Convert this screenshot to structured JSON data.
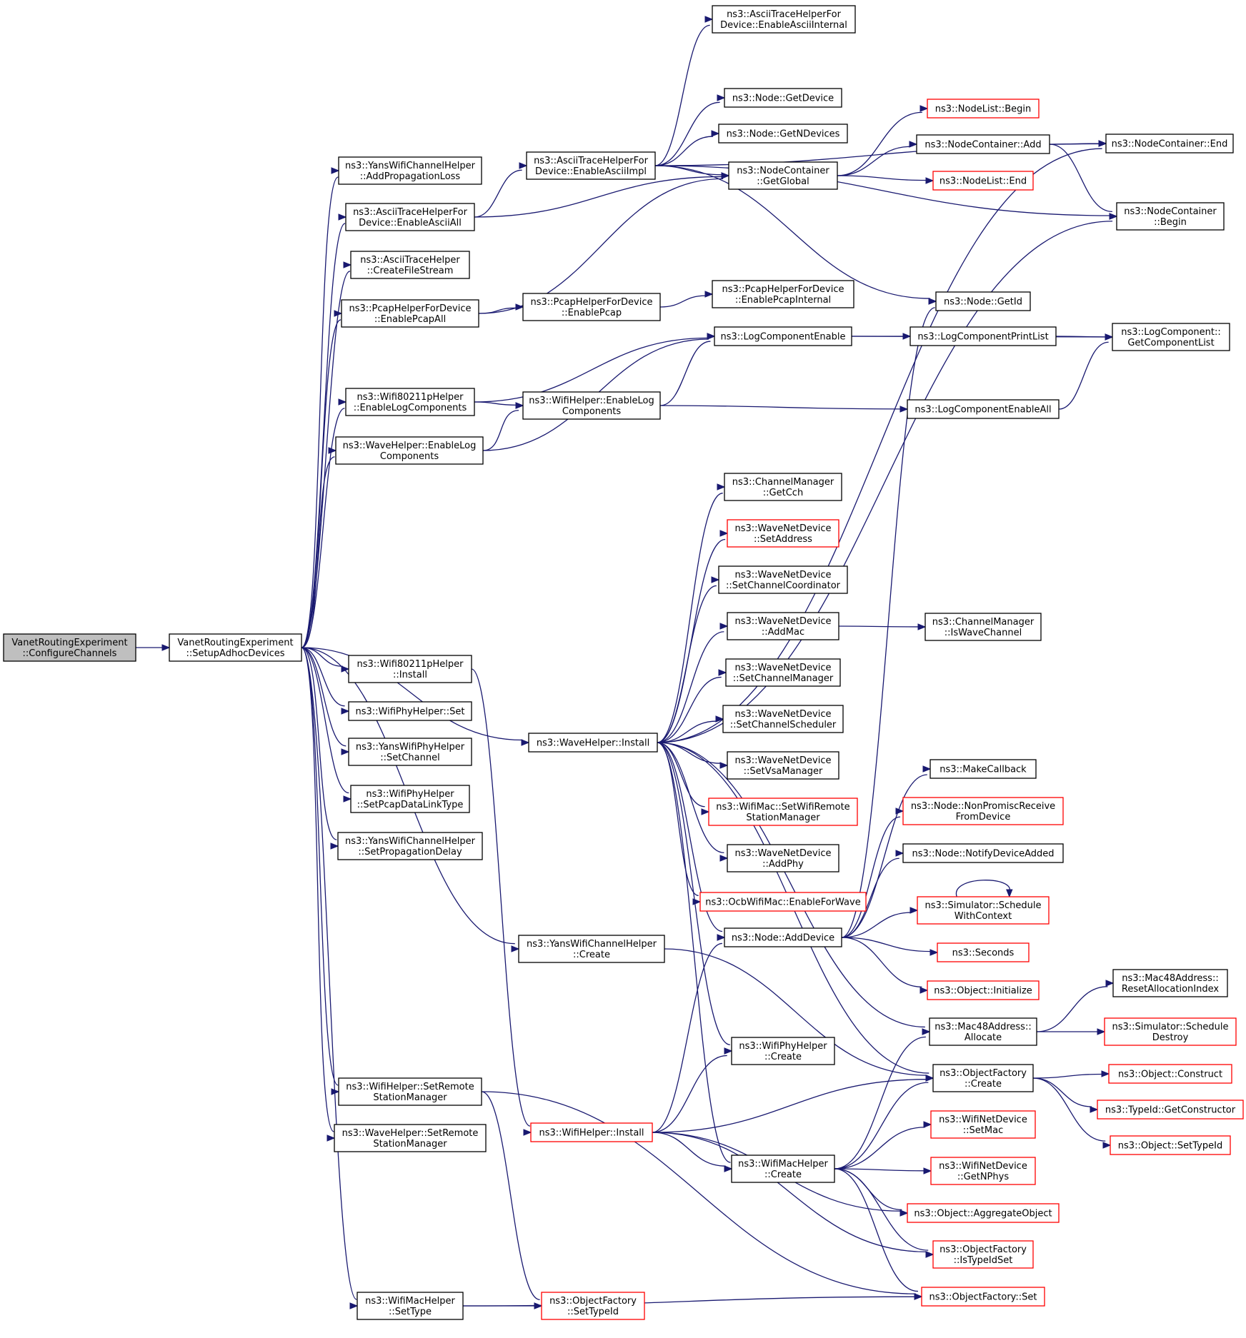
{
  "graph": {
    "colors": {
      "edge": "#191970",
      "node_border": "#000000",
      "truncated_border": "#ff0000",
      "root_fill": "#bfbfbf",
      "node_fill": "#ffffff",
      "text": "#000000"
    },
    "nodes": [
      {
        "id": "root",
        "lines": [
          "VanetRoutingExperiment",
          "::ConfigureChannels"
        ],
        "style": "root"
      },
      {
        "id": "setup",
        "lines": [
          "VanetRoutingExperiment",
          "::SetupAdhocDevices"
        ]
      },
      {
        "id": "yans_addprop",
        "lines": [
          "ns3::YansWifiChannelHelper",
          "::AddPropagationLoss"
        ]
      },
      {
        "id": "ascii_enableall",
        "lines": [
          "ns3::AsciiTraceHelperFor",
          "Device::EnableAsciiAll"
        ]
      },
      {
        "id": "ascii_createfile",
        "lines": [
          "ns3::AsciiTraceHelper",
          "::CreateFileStream"
        ]
      },
      {
        "id": "pcap_enableall",
        "lines": [
          "ns3::PcapHelperForDevice",
          "::EnablePcapAll"
        ]
      },
      {
        "id": "w80211p_enablelog",
        "lines": [
          "ns3::Wifi80211pHelper",
          "::EnableLogComponents"
        ]
      },
      {
        "id": "wave_enablelog",
        "lines": [
          "ns3::WaveHelper::EnableLog",
          "Components"
        ]
      },
      {
        "id": "w80211p_install",
        "lines": [
          "ns3::Wifi80211pHelper",
          "::Install"
        ]
      },
      {
        "id": "wifiphy_set",
        "lines": [
          "ns3::WifiPhyHelper::Set"
        ]
      },
      {
        "id": "yansphy_setchannel",
        "lines": [
          "ns3::YansWifiPhyHelper",
          "::SetChannel"
        ]
      },
      {
        "id": "wifiphy_setpcap",
        "lines": [
          "ns3::WifiPhyHelper",
          "::SetPcapDataLinkType"
        ]
      },
      {
        "id": "yanschan_setdelay",
        "lines": [
          "ns3::YansWifiChannelHelper",
          "::SetPropagationDelay"
        ]
      },
      {
        "id": "wifihelper_setremote",
        "lines": [
          "ns3::WifiHelper::SetRemote",
          "StationManager"
        ]
      },
      {
        "id": "wavehelper_setremote",
        "lines": [
          "ns3::WaveHelper::SetRemote",
          "StationManager"
        ]
      },
      {
        "id": "wifimac_settype",
        "lines": [
          "ns3::WifiMacHelper",
          "::SetType"
        ]
      },
      {
        "id": "ascii_enableimpl",
        "lines": [
          "ns3::AsciiTraceHelperFor",
          "Device::EnableAsciiImpl"
        ]
      },
      {
        "id": "pcap_enablepcap",
        "lines": [
          "ns3::PcapHelperForDevice",
          "::EnablePcap"
        ]
      },
      {
        "id": "wifihelper_enablelog",
        "lines": [
          "ns3::WifiHelper::EnableLog",
          "Components"
        ]
      },
      {
        "id": "wave_install",
        "lines": [
          "ns3::WaveHelper::Install"
        ]
      },
      {
        "id": "yanschan_create",
        "lines": [
          "ns3::YansWifiChannelHelper",
          "::Create"
        ]
      },
      {
        "id": "wifihelper_install",
        "lines": [
          "ns3::WifiHelper::Install"
        ],
        "style": "trunc"
      },
      {
        "id": "factory_settypeid",
        "lines": [
          "ns3::ObjectFactory",
          "::SetTypeId"
        ],
        "style": "trunc"
      },
      {
        "id": "ascii_enableinternal",
        "lines": [
          "ns3::AsciiTraceHelperFor",
          "Device::EnableAsciiInternal"
        ]
      },
      {
        "id": "node_getdevice",
        "lines": [
          "ns3::Node::GetDevice"
        ]
      },
      {
        "id": "node_getndevices",
        "lines": [
          "ns3::Node::GetNDevices"
        ]
      },
      {
        "id": "nc_getglobal",
        "lines": [
          "ns3::NodeContainer",
          "::GetGlobal"
        ]
      },
      {
        "id": "pcap_enableinternal",
        "lines": [
          "ns3::PcapHelperForDevice",
          "::EnablePcapInternal"
        ]
      },
      {
        "id": "logcomp_enable",
        "lines": [
          "ns3::LogComponentEnable"
        ]
      },
      {
        "id": "chmgr_getcch",
        "lines": [
          "ns3::ChannelManager",
          "::GetCch"
        ]
      },
      {
        "id": "wnd_setaddress",
        "lines": [
          "ns3::WaveNetDevice",
          "::SetAddress"
        ],
        "style": "trunc"
      },
      {
        "id": "wnd_setcoord",
        "lines": [
          "ns3::WaveNetDevice",
          "::SetChannelCoordinator"
        ]
      },
      {
        "id": "wnd_addmac",
        "lines": [
          "ns3::WaveNetDevice",
          "::AddMac"
        ]
      },
      {
        "id": "wnd_setchmgr",
        "lines": [
          "ns3::WaveNetDevice",
          "::SetChannelManager"
        ]
      },
      {
        "id": "wnd_setchsched",
        "lines": [
          "ns3::WaveNetDevice",
          "::SetChannelScheduler"
        ]
      },
      {
        "id": "wnd_setvsa",
        "lines": [
          "ns3::WaveNetDevice",
          "::SetVsaManager"
        ]
      },
      {
        "id": "wifimac_setremote",
        "lines": [
          "ns3::WifiMac::SetWifiRemote",
          "StationManager"
        ],
        "style": "trunc"
      },
      {
        "id": "wnd_addphy",
        "lines": [
          "ns3::WaveNetDevice",
          "::AddPhy"
        ]
      },
      {
        "id": "ocb_enablewave",
        "lines": [
          "ns3::OcbWifiMac::EnableForWave"
        ],
        "style": "trunc"
      },
      {
        "id": "node_adddevice",
        "lines": [
          "ns3::Node::AddDevice"
        ]
      },
      {
        "id": "wifiphy_create",
        "lines": [
          "ns3::WifiPhyHelper",
          "::Create"
        ]
      },
      {
        "id": "wifimac_create",
        "lines": [
          "ns3::WifiMacHelper",
          "::Create"
        ]
      },
      {
        "id": "nodelist_begin",
        "lines": [
          "ns3::NodeList::Begin"
        ],
        "style": "trunc"
      },
      {
        "id": "nc_add",
        "lines": [
          "ns3::NodeContainer::Add"
        ]
      },
      {
        "id": "nodelist_end",
        "lines": [
          "ns3::NodeList::End"
        ],
        "style": "trunc"
      },
      {
        "id": "node_getid",
        "lines": [
          "ns3::Node::GetId"
        ]
      },
      {
        "id": "logcomp_printlist",
        "lines": [
          "ns3::LogComponentPrintList"
        ]
      },
      {
        "id": "logcomp_enableall",
        "lines": [
          "ns3::LogComponentEnableAll"
        ]
      },
      {
        "id": "chmgr_iswave",
        "lines": [
          "ns3::ChannelManager",
          "::IsWaveChannel"
        ]
      },
      {
        "id": "makecallback",
        "lines": [
          "ns3::MakeCallback"
        ]
      },
      {
        "id": "node_nonpromisc",
        "lines": [
          "ns3::Node::NonPromiscReceive",
          "FromDevice"
        ],
        "style": "trunc"
      },
      {
        "id": "node_notifyadded",
        "lines": [
          "ns3::Node::NotifyDeviceAdded"
        ]
      },
      {
        "id": "sim_schedctx",
        "lines": [
          "ns3::Simulator::Schedule",
          "WithContext"
        ],
        "style": "trunc"
      },
      {
        "id": "seconds",
        "lines": [
          "ns3::Seconds"
        ],
        "style": "trunc"
      },
      {
        "id": "obj_initialize",
        "lines": [
          "ns3::Object::Initialize"
        ],
        "style": "trunc"
      },
      {
        "id": "mac48_allocate",
        "lines": [
          "ns3::Mac48Address::",
          "Allocate"
        ]
      },
      {
        "id": "factory_create",
        "lines": [
          "ns3::ObjectFactory",
          "::Create"
        ]
      },
      {
        "id": "wifinet_setmac",
        "lines": [
          "ns3::WifiNetDevice",
          "::SetMac"
        ],
        "style": "trunc"
      },
      {
        "id": "wifinet_getnphys",
        "lines": [
          "ns3::WifiNetDevice",
          "::GetNPhys"
        ],
        "style": "trunc"
      },
      {
        "id": "obj_aggregate",
        "lines": [
          "ns3::Object::AggregateObject"
        ],
        "style": "trunc"
      },
      {
        "id": "factory_istypeidset",
        "lines": [
          "ns3::ObjectFactory",
          "::IsTypeIdSet"
        ],
        "style": "trunc"
      },
      {
        "id": "factory_set",
        "lines": [
          "ns3::ObjectFactory::Set"
        ],
        "style": "trunc"
      },
      {
        "id": "nc_end",
        "lines": [
          "ns3::NodeContainer::End"
        ]
      },
      {
        "id": "nc_begin",
        "lines": [
          "ns3::NodeContainer",
          "::Begin"
        ]
      },
      {
        "id": "logcomp_getlist",
        "lines": [
          "ns3::LogComponent::",
          "GetComponentList"
        ]
      },
      {
        "id": "mac48_reset",
        "lines": [
          "ns3::Mac48Address::",
          "ResetAllocationIndex"
        ]
      },
      {
        "id": "sim_scheddestroy",
        "lines": [
          "ns3::Simulator::Schedule",
          "Destroy"
        ],
        "style": "trunc"
      },
      {
        "id": "obj_construct",
        "lines": [
          "ns3::Object::Construct"
        ],
        "style": "trunc"
      },
      {
        "id": "typeid_getctor",
        "lines": [
          "ns3::TypeId::GetConstructor"
        ],
        "style": "trunc"
      },
      {
        "id": "obj_settypeid",
        "lines": [
          "ns3::Object::SetTypeId"
        ],
        "style": "trunc"
      }
    ],
    "edges": [
      [
        "root",
        "setup"
      ],
      [
        "setup",
        "yans_addprop"
      ],
      [
        "setup",
        "ascii_enableall"
      ],
      [
        "setup",
        "ascii_createfile"
      ],
      [
        "setup",
        "pcap_enableall"
      ],
      [
        "setup",
        "w80211p_enablelog"
      ],
      [
        "setup",
        "wave_enablelog"
      ],
      [
        "setup",
        "w80211p_install"
      ],
      [
        "setup",
        "wifiphy_set"
      ],
      [
        "setup",
        "yansphy_setchannel"
      ],
      [
        "setup",
        "wifiphy_setpcap"
      ],
      [
        "setup",
        "yanschan_setdelay"
      ],
      [
        "setup",
        "wifihelper_setremote"
      ],
      [
        "setup",
        "wavehelper_setremote"
      ],
      [
        "setup",
        "wifimac_settype"
      ],
      [
        "setup",
        "wave_install"
      ],
      [
        "setup",
        "yanschan_create"
      ],
      [
        "ascii_enableall",
        "ascii_enableimpl"
      ],
      [
        "ascii_enableall",
        "nc_getglobal"
      ],
      [
        "pcap_enableall",
        "pcap_enablepcap"
      ],
      [
        "pcap_enableall",
        "nc_getglobal"
      ],
      [
        "pcap_enablepcap",
        "pcap_enableinternal"
      ],
      [
        "w80211p_enablelog",
        "wifihelper_enablelog"
      ],
      [
        "w80211p_enablelog",
        "logcomp_enable"
      ],
      [
        "wave_enablelog",
        "wifihelper_enablelog"
      ],
      [
        "wave_enablelog",
        "logcomp_enable"
      ],
      [
        "wifihelper_enablelog",
        "logcomp_enable"
      ],
      [
        "wifihelper_enablelog",
        "logcomp_enableall"
      ],
      [
        "w80211p_install",
        "wifihelper_install"
      ],
      [
        "ascii_enableimpl",
        "ascii_enableinternal"
      ],
      [
        "ascii_enableimpl",
        "nc_end"
      ],
      [
        "ascii_enableimpl",
        "node_getdevice"
      ],
      [
        "ascii_enableimpl",
        "node_getndevices"
      ],
      [
        "ascii_enableimpl",
        "nc_getglobal"
      ],
      [
        "ascii_enableimpl",
        "nc_begin"
      ],
      [
        "ascii_enableimpl",
        "node_getid"
      ],
      [
        "nc_getglobal",
        "nodelist_begin"
      ],
      [
        "nc_getglobal",
        "nc_add"
      ],
      [
        "nc_getglobal",
        "nodelist_end"
      ],
      [
        "nc_add",
        "nc_end"
      ],
      [
        "nc_add",
        "nc_begin"
      ],
      [
        "logcomp_enable",
        "logcomp_printlist"
      ],
      [
        "logcomp_enable",
        "logcomp_getlist"
      ],
      [
        "logcomp_printlist",
        "logcomp_getlist"
      ],
      [
        "logcomp_enableall",
        "logcomp_getlist"
      ],
      [
        "wave_install",
        "nc_end"
      ],
      [
        "wave_install",
        "nc_begin"
      ],
      [
        "wave_install",
        "chmgr_getcch"
      ],
      [
        "wave_install",
        "wnd_setaddress"
      ],
      [
        "wave_install",
        "wnd_setcoord"
      ],
      [
        "wave_install",
        "wnd_addmac"
      ],
      [
        "wave_install",
        "wnd_setchmgr"
      ],
      [
        "wave_install",
        "wnd_setchsched"
      ],
      [
        "wave_install",
        "wnd_setvsa"
      ],
      [
        "wave_install",
        "wifimac_setremote"
      ],
      [
        "wave_install",
        "wnd_addphy"
      ],
      [
        "wave_install",
        "ocb_enablewave"
      ],
      [
        "wave_install",
        "node_adddevice"
      ],
      [
        "wave_install",
        "mac48_allocate"
      ],
      [
        "wave_install",
        "factory_create"
      ],
      [
        "wave_install",
        "wifiphy_create"
      ],
      [
        "wave_install",
        "wifimac_create"
      ],
      [
        "wnd_addmac",
        "chmgr_iswave"
      ],
      [
        "node_adddevice",
        "node_getid"
      ],
      [
        "node_adddevice",
        "makecallback"
      ],
      [
        "node_adddevice",
        "node_nonpromisc"
      ],
      [
        "node_adddevice",
        "node_notifyadded"
      ],
      [
        "node_adddevice",
        "sim_schedctx"
      ],
      [
        "node_adddevice",
        "seconds"
      ],
      [
        "node_adddevice",
        "obj_initialize"
      ],
      [
        "sim_schedctx",
        "sim_schedctx"
      ],
      [
        "yanschan_create",
        "factory_create"
      ],
      [
        "wifihelper_install",
        "node_adddevice"
      ],
      [
        "wifihelper_install",
        "wifiphy_create"
      ],
      [
        "wifihelper_install",
        "factory_create"
      ],
      [
        "wifihelper_install",
        "wifimac_create"
      ],
      [
        "wifihelper_install",
        "obj_aggregate"
      ],
      [
        "wifihelper_install",
        "factory_istypeidset"
      ],
      [
        "wifimac_create",
        "mac48_allocate"
      ],
      [
        "wifimac_create",
        "factory_create"
      ],
      [
        "wifimac_create",
        "wifinet_setmac"
      ],
      [
        "wifimac_create",
        "wifinet_getnphys"
      ],
      [
        "wifimac_create",
        "obj_aggregate"
      ],
      [
        "wifimac_create",
        "factory_istypeidset"
      ],
      [
        "wifimac_create",
        "factory_set"
      ],
      [
        "mac48_allocate",
        "mac48_reset"
      ],
      [
        "mac48_allocate",
        "sim_scheddestroy"
      ],
      [
        "factory_create",
        "obj_construct"
      ],
      [
        "factory_create",
        "typeid_getctor"
      ],
      [
        "factory_create",
        "obj_settypeid"
      ],
      [
        "wifihelper_setremote",
        "factory_settypeid"
      ],
      [
        "wifihelper_setremote",
        "factory_set"
      ],
      [
        "wifimac_settype",
        "factory_settypeid"
      ],
      [
        "wifimac_settype",
        "factory_set"
      ]
    ]
  }
}
